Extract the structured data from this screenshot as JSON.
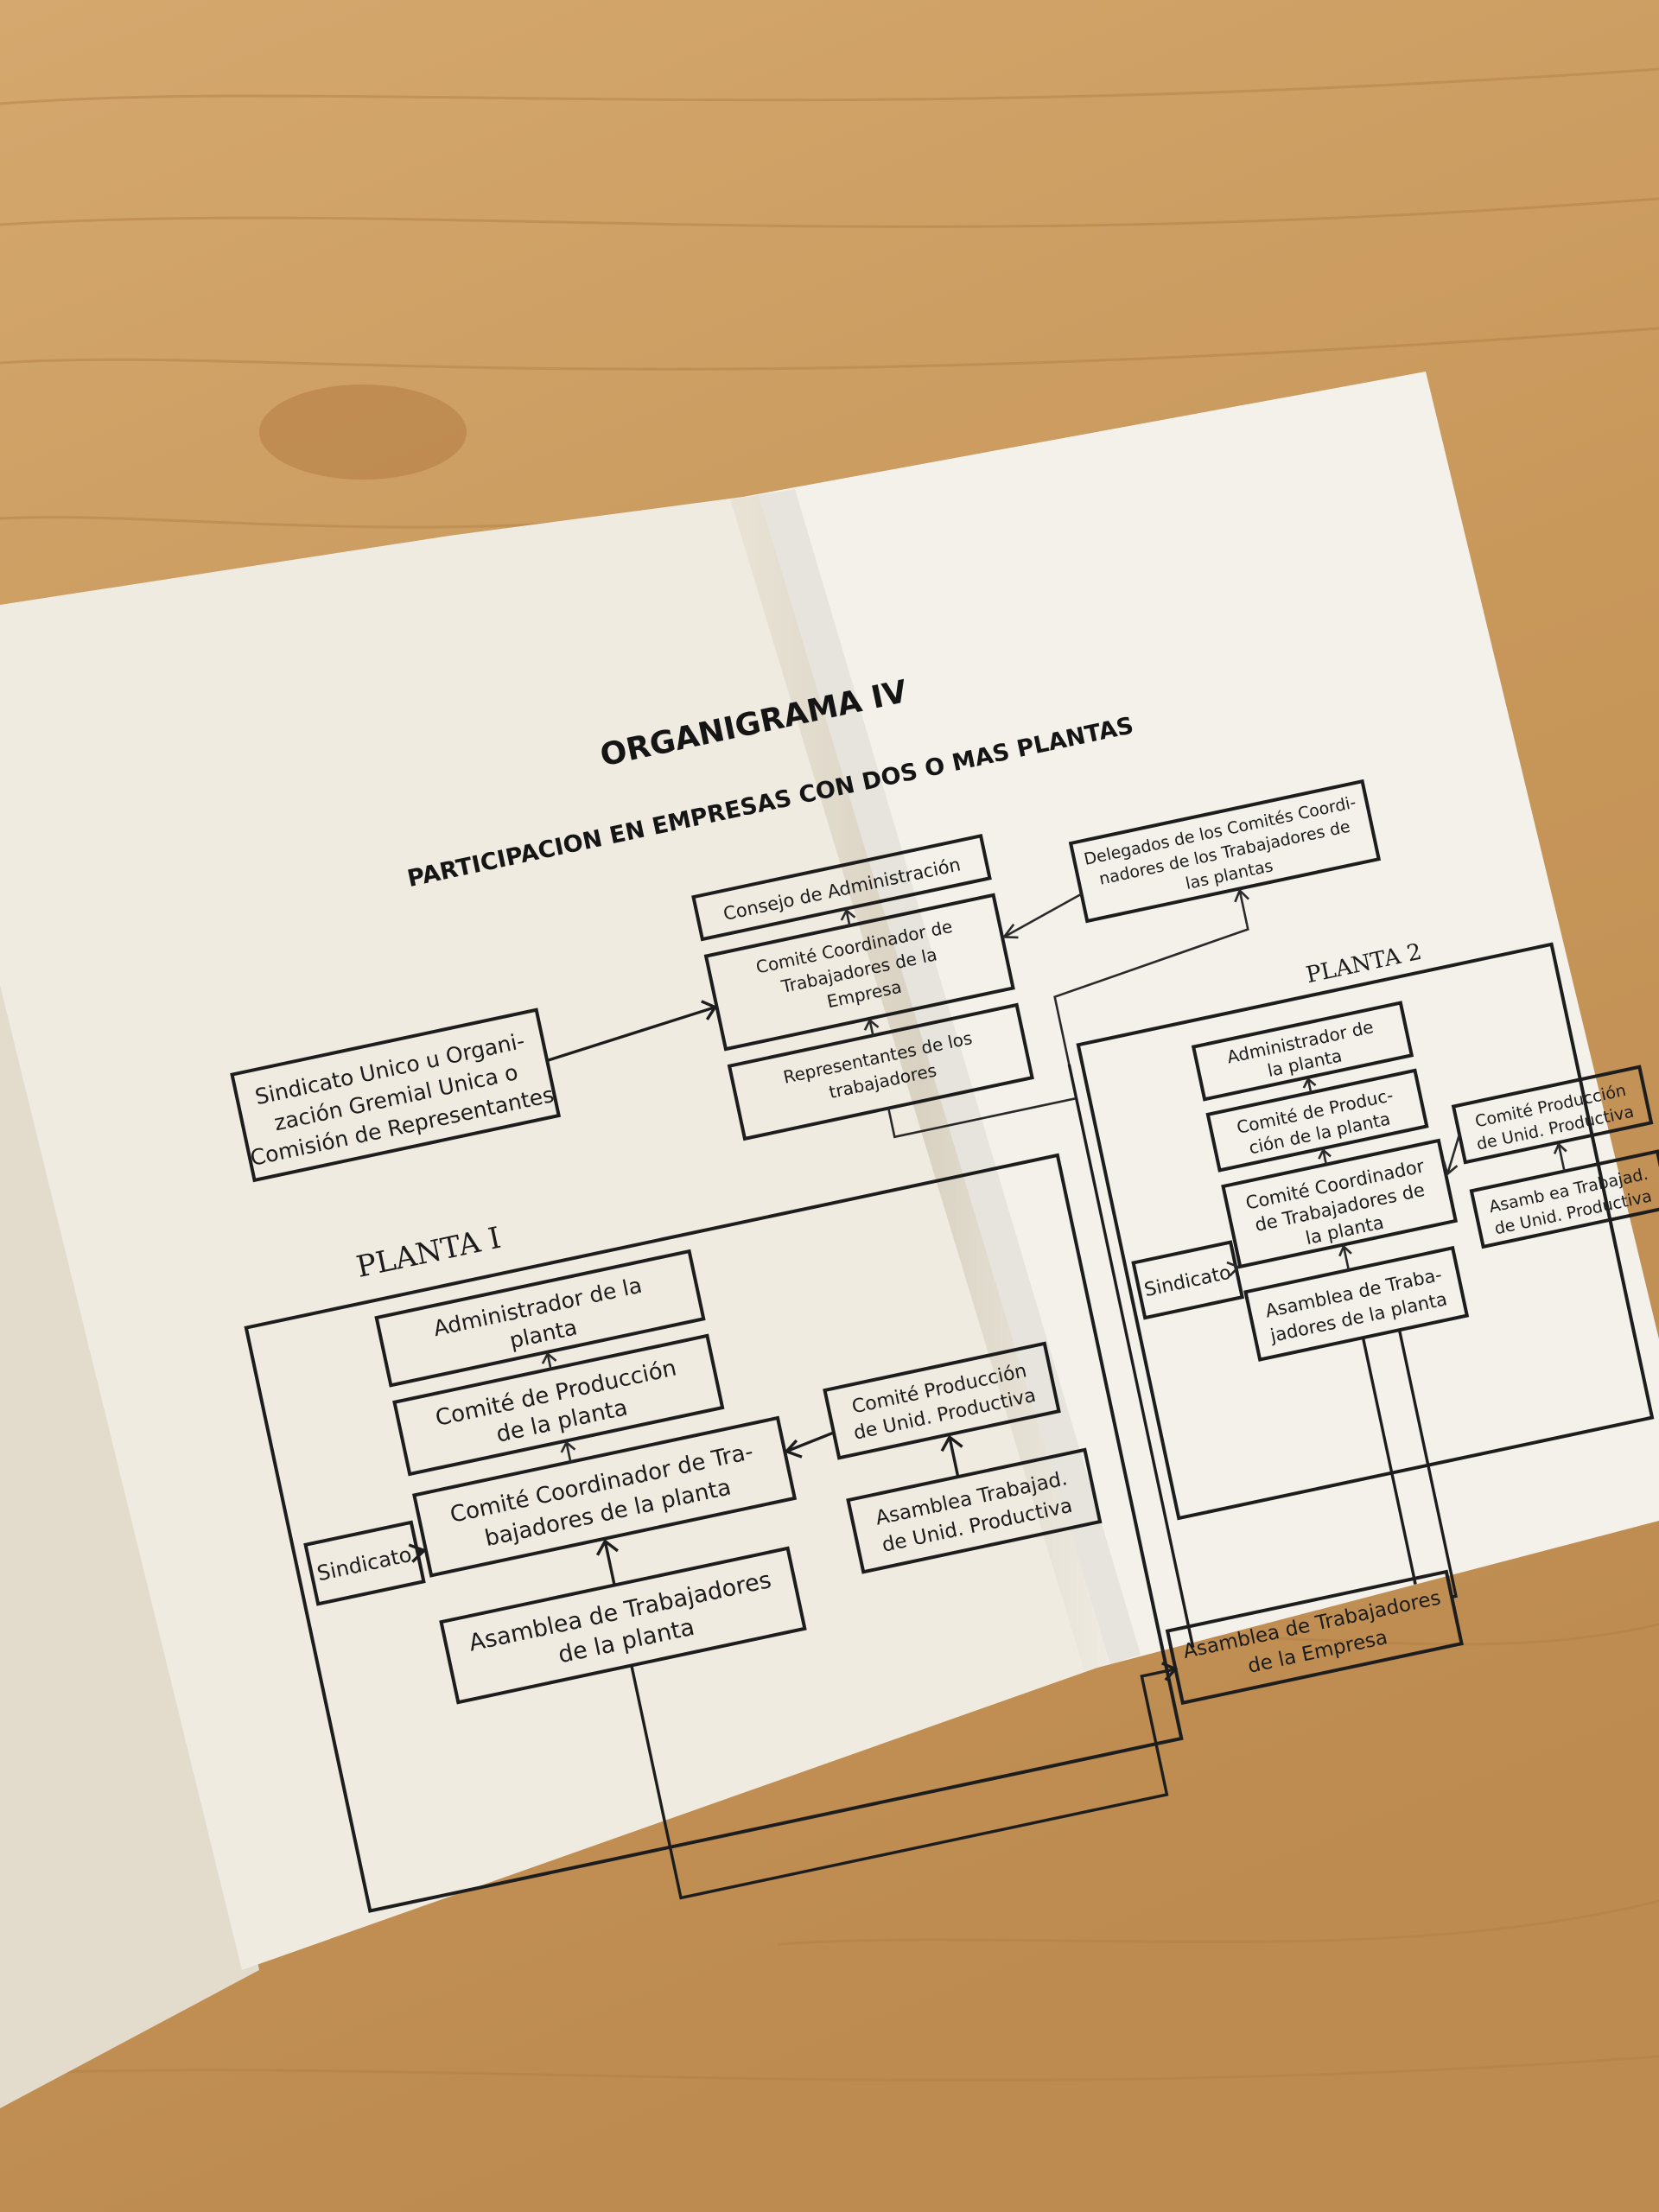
{
  "title": "ORGANIGRAMA IV",
  "subtitle": "PARTICIPACION EN EMPRESAS CON DOS O MAS PLANTAS",
  "top": {
    "consejo": "Consejo de Administración",
    "comite_empresa": [
      "Comité Coordinador de",
      "Trabajadores de la",
      "Empresa"
    ],
    "representantes": [
      "Representantes de los",
      "trabajadores"
    ],
    "delegados": [
      "Delegados de los Comités Coordi-",
      "nadores de los Trabajadores de",
      "las plantas"
    ],
    "sindicato_unico": [
      "Sindicato Unico u Organi-",
      "zación Gremial Unica o",
      "Comisión de Representantes"
    ]
  },
  "planta1": {
    "label": "PLANTA  I",
    "administrador": [
      "Administrador de la",
      "planta"
    ],
    "comite_produccion": [
      "Comité de Producción",
      "de la planta"
    ],
    "comite_coordinador": [
      "Comité Coordinador de Tra-",
      "bajadores de la planta"
    ],
    "sindicato": "Sindicato",
    "asamblea": [
      "Asamblea de Trabajadores",
      "de la planta"
    ],
    "comite_unid": [
      "Comité Producción",
      "de Unid. Productiva"
    ],
    "asamblea_unid": [
      "Asamblea Trabajad.",
      "de Unid. Productiva"
    ]
  },
  "planta2": {
    "label": "PLANTA  2",
    "administrador": [
      "Administrador de",
      "la planta"
    ],
    "comite_produccion": [
      "Comité de Produc-",
      "ción de la planta"
    ],
    "comite_coordinador": [
      "Comité Coordinador",
      "de Trabajadores de",
      "la planta"
    ],
    "sindicato": "Sindicato",
    "asamblea": [
      "Asamblea de Traba-",
      "jadores de la planta"
    ],
    "comite_unid": [
      "Comité Producción",
      "de Unid. Productiva"
    ],
    "asamblea_unid": [
      "Asamb ea Trabajad.",
      "de Unid. Productiva"
    ]
  },
  "asamblea_empresa": [
    "Asamblea de Trabajadores",
    "de la Empresa"
  ],
  "colors": {
    "wood": "#c99a5e",
    "paper_left": "#f1ece2",
    "paper_right": "#f4f1ea",
    "ink": "#1d1d1d"
  }
}
